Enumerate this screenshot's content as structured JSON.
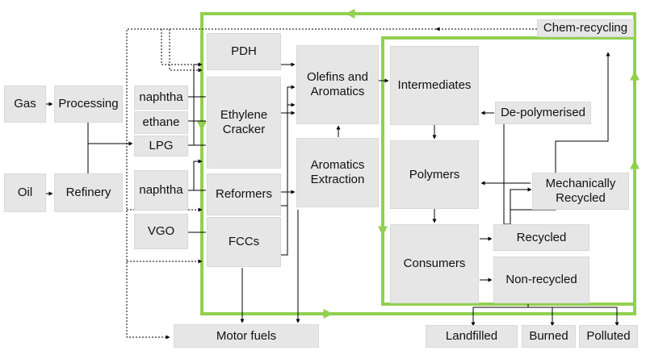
{
  "boxes": {
    "gas": "Gas",
    "processing": "Processing",
    "oil": "Oil",
    "refinery": "Refinery",
    "naphtha_top": "naphtha",
    "ethane": "ethane",
    "lpg": "LPG",
    "naphtha_bottom": "naphtha",
    "vgo": "VGO",
    "pdh": "PDH",
    "ethylene_cracker": "Ethylene\nCracker",
    "reformers": "Reformers",
    "fccs": "FCCs",
    "olefins_aromatics": "Olefins and\nAromatics",
    "aromatics_extraction": "Aromatics\nExtraction",
    "intermediates": "Intermediates",
    "polymers": "Polymers",
    "consumers": "Consumers",
    "chem_recycling": "Chem-recycling",
    "de_polymerised": "De-polymerised",
    "mechanically_recycled": "Mechanically\nRecycled",
    "recycled": "Recycled",
    "non_recycled": "Non-recycled",
    "motor_fuels": "Motor fuels",
    "landfilled": "Landfilled",
    "burned": "Burned",
    "polluted": "Polluted"
  },
  "colors": {
    "box_fill": "#e6e6e6",
    "loop_green": "#92d050",
    "arrow": "#000000"
  }
}
